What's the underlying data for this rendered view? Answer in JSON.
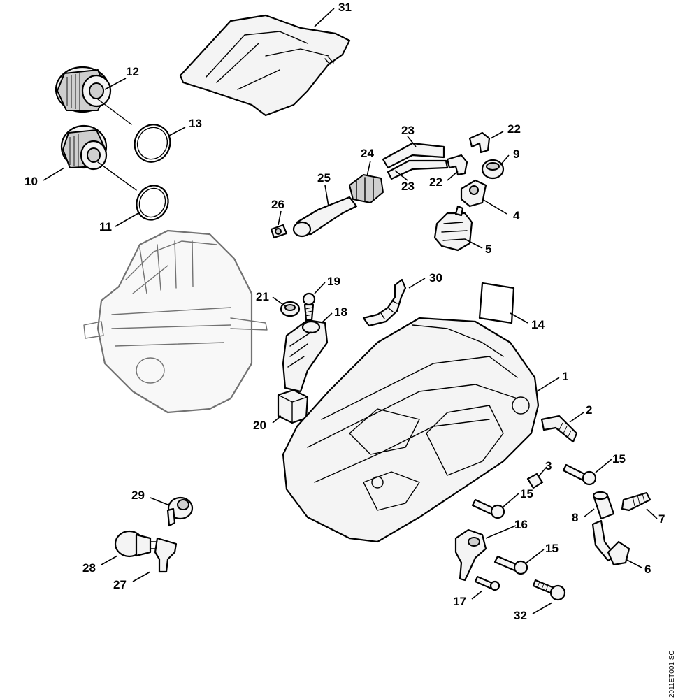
{
  "callouts": {
    "c1": "1",
    "c2": "2",
    "c3": "3",
    "c4": "4",
    "c5": "5",
    "c6": "6",
    "c7": "7",
    "c8": "8",
    "c9": "9",
    "c10": "10",
    "c11": "11",
    "c12": "12",
    "c13": "13",
    "c14": "14",
    "c15a": "15",
    "c15b": "15",
    "c15c": "15",
    "c16": "16",
    "c17": "17",
    "c18": "18",
    "c19": "19",
    "c20": "20",
    "c21": "21",
    "c22a": "22",
    "c22b": "22",
    "c23a": "23",
    "c23b": "23",
    "c24": "24",
    "c25": "25",
    "c26": "26",
    "c27": "27",
    "c28": "28",
    "c29": "29",
    "c30": "30",
    "c31": "31",
    "c32": "32"
  },
  "drawing_code": "2011ET001 SC"
}
